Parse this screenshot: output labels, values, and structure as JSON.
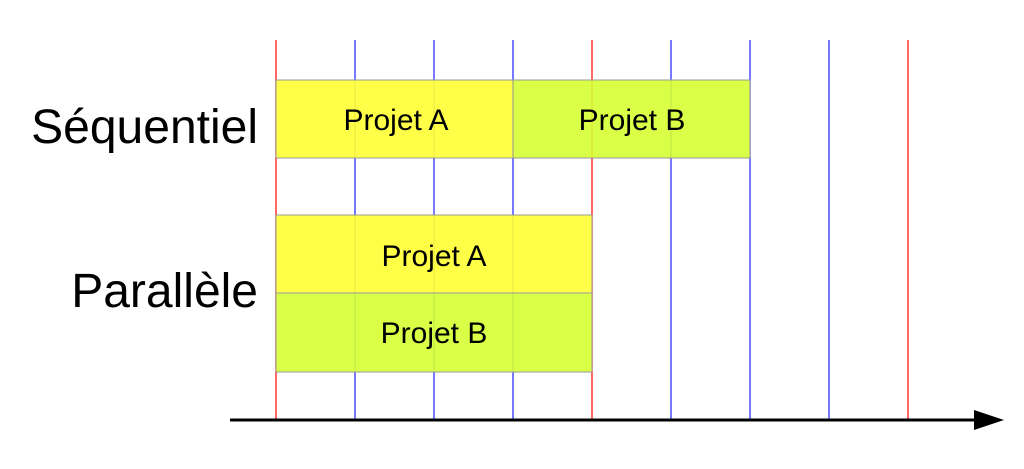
{
  "rows": {
    "sequential_label": "Séquentiel",
    "parallel_label": "Parallèle"
  },
  "bars": {
    "seq_a": "Projet A",
    "seq_b": "Projet B",
    "par_a": "Projet A",
    "par_b": "Projet B"
  },
  "colors": {
    "project_a": "#ffff33",
    "project_b": "#d6ff33",
    "major_gridline": "#ff3333",
    "minor_gridline": "#4d4dff",
    "axis": "#000000"
  }
}
